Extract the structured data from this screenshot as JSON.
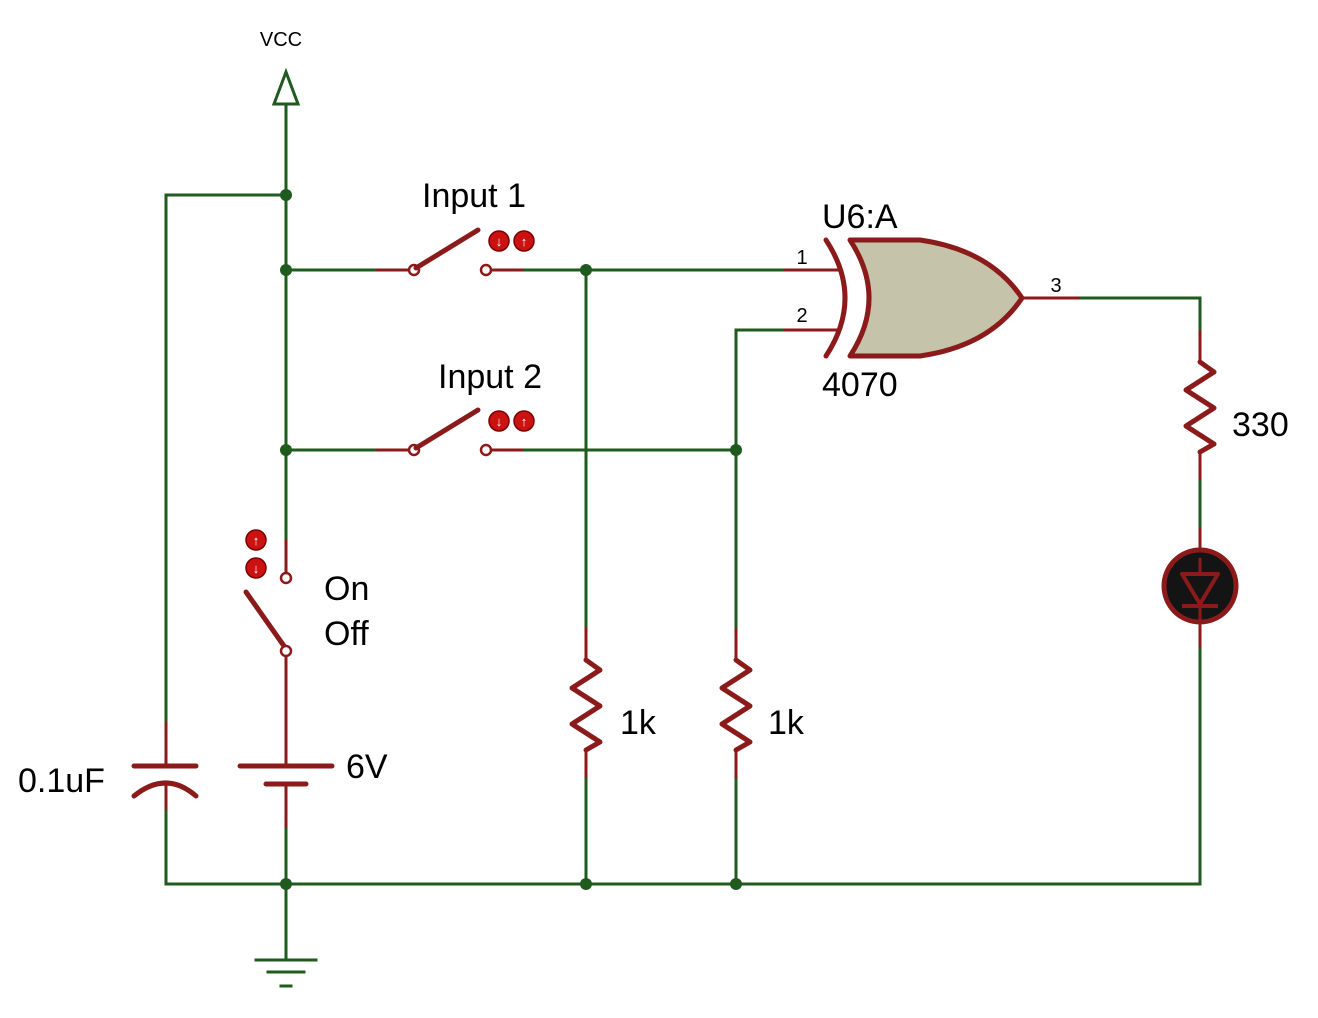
{
  "labels": {
    "vcc": "VCC",
    "input1": "Input 1",
    "input2": "Input 2",
    "gate_ref": "U6:A",
    "gate_part": "4070",
    "pin1": "1",
    "pin2": "2",
    "pin3": "3",
    "r_out": "330",
    "r1": "1k",
    "r2": "1k",
    "cap": "0.1uF",
    "battery": "6V",
    "switch_on": "On",
    "switch_off": "Off"
  },
  "colors": {
    "wire": "#1f5a1f",
    "component": "#8b1a1a",
    "gate_fill": "#c5c3aa",
    "control": "#cc1111"
  },
  "icons": {
    "down_arrow": "↓",
    "up_arrow": "↑"
  }
}
